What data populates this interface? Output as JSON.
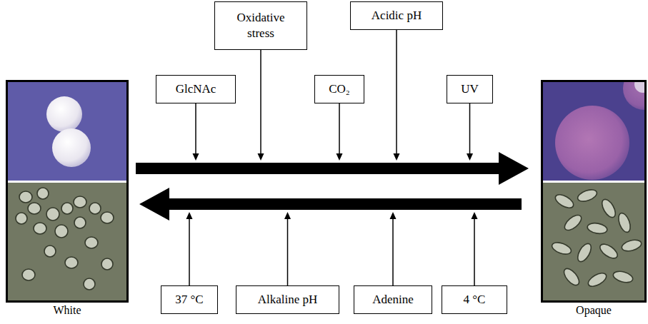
{
  "diagram": {
    "nodes": [
      {
        "text": [
          "White"
        ]
      },
      {
        "text": [
          "GlcNAc"
        ]
      },
      {
        "text": [
          "Oxidative stress"
        ]
      },
      {
        "text": [
          "CO₂"
        ]
      },
      {
        "text": [
          "Acidic pH"
        ]
      },
      {
        "text": [
          "UV"
        ]
      },
      {
        "text": [
          "37 °C"
        ]
      },
      {
        "text": [
          "Alkaline pH"
        ]
      },
      {
        "text": [
          "Adenine"
        ]
      },
      {
        "text": [
          "4 °C"
        ]
      },
      {
        "text": [
          "Opaque"
        ]
      }
    ],
    "edges": [
      {
        "from": 0,
        "to": 10,
        "arrow": "to"
      },
      {
        "from": 10,
        "to": 0,
        "arrow": "to"
      }
    ]
  }
}
